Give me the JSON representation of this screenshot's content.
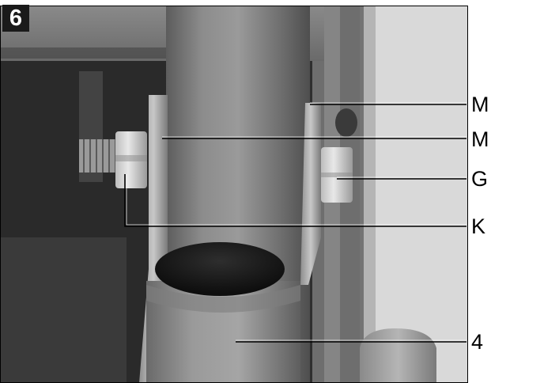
{
  "figure": {
    "number": "6",
    "callouts": [
      {
        "id": "m-upper",
        "label": "M"
      },
      {
        "id": "m-lower",
        "label": "M"
      },
      {
        "id": "g",
        "label": "G"
      },
      {
        "id": "k",
        "label": "K"
      },
      {
        "id": "four",
        "label": "4"
      }
    ]
  }
}
